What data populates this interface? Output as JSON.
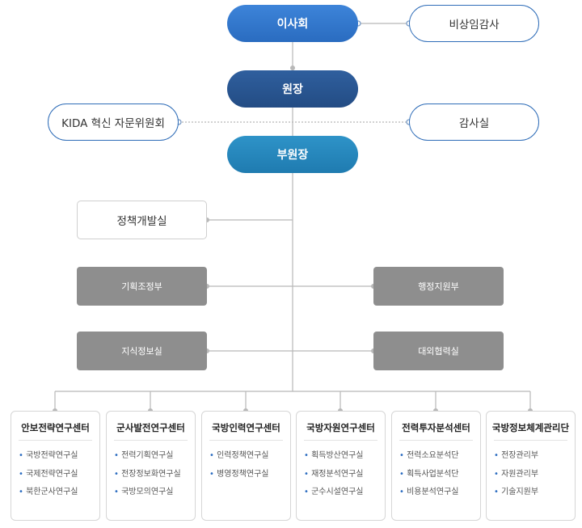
{
  "top": {
    "board": "이사회",
    "auditor": "비상임감사",
    "president": "원장",
    "innovation_committee": "KIDA 혁신 자문위원회",
    "audit_office": "감사실",
    "vice_president": "부원장"
  },
  "staff": {
    "policy_office": "정책개발실",
    "planning": "기획조정부",
    "admin_support": "행정지원부",
    "knowledge": "지식정보실",
    "external": "대외협력실"
  },
  "centers": [
    {
      "title": "안보전략연구센터",
      "items": [
        "국방전략연구실",
        "국제전략연구실",
        "북한군사연구실"
      ]
    },
    {
      "title": "군사발전연구센터",
      "items": [
        "전력기획연구실",
        "전장정보화연구실",
        "국방모의연구실"
      ]
    },
    {
      "title": "국방인력연구센터",
      "items": [
        "인력정책연구실",
        "병영정책연구실"
      ]
    },
    {
      "title": "국방자원연구센터",
      "items": [
        "획득방산연구실",
        "재정분석연구실",
        "군수시설연구실"
      ]
    },
    {
      "title": "전력투자분석센터",
      "items": [
        "전력소요분석단",
        "획득사업분석단",
        "비용분석연구실"
      ]
    },
    {
      "title": "국방정보체계관리단",
      "items": [
        "전장관리부",
        "자원관리부",
        "기술지원부"
      ]
    }
  ],
  "colors": {
    "board": "#2a6cc0",
    "president": "#234c84",
    "vice_president": "#1f7bb0",
    "gray_box": "#8e8e8e",
    "outline": "#2f6db8"
  }
}
